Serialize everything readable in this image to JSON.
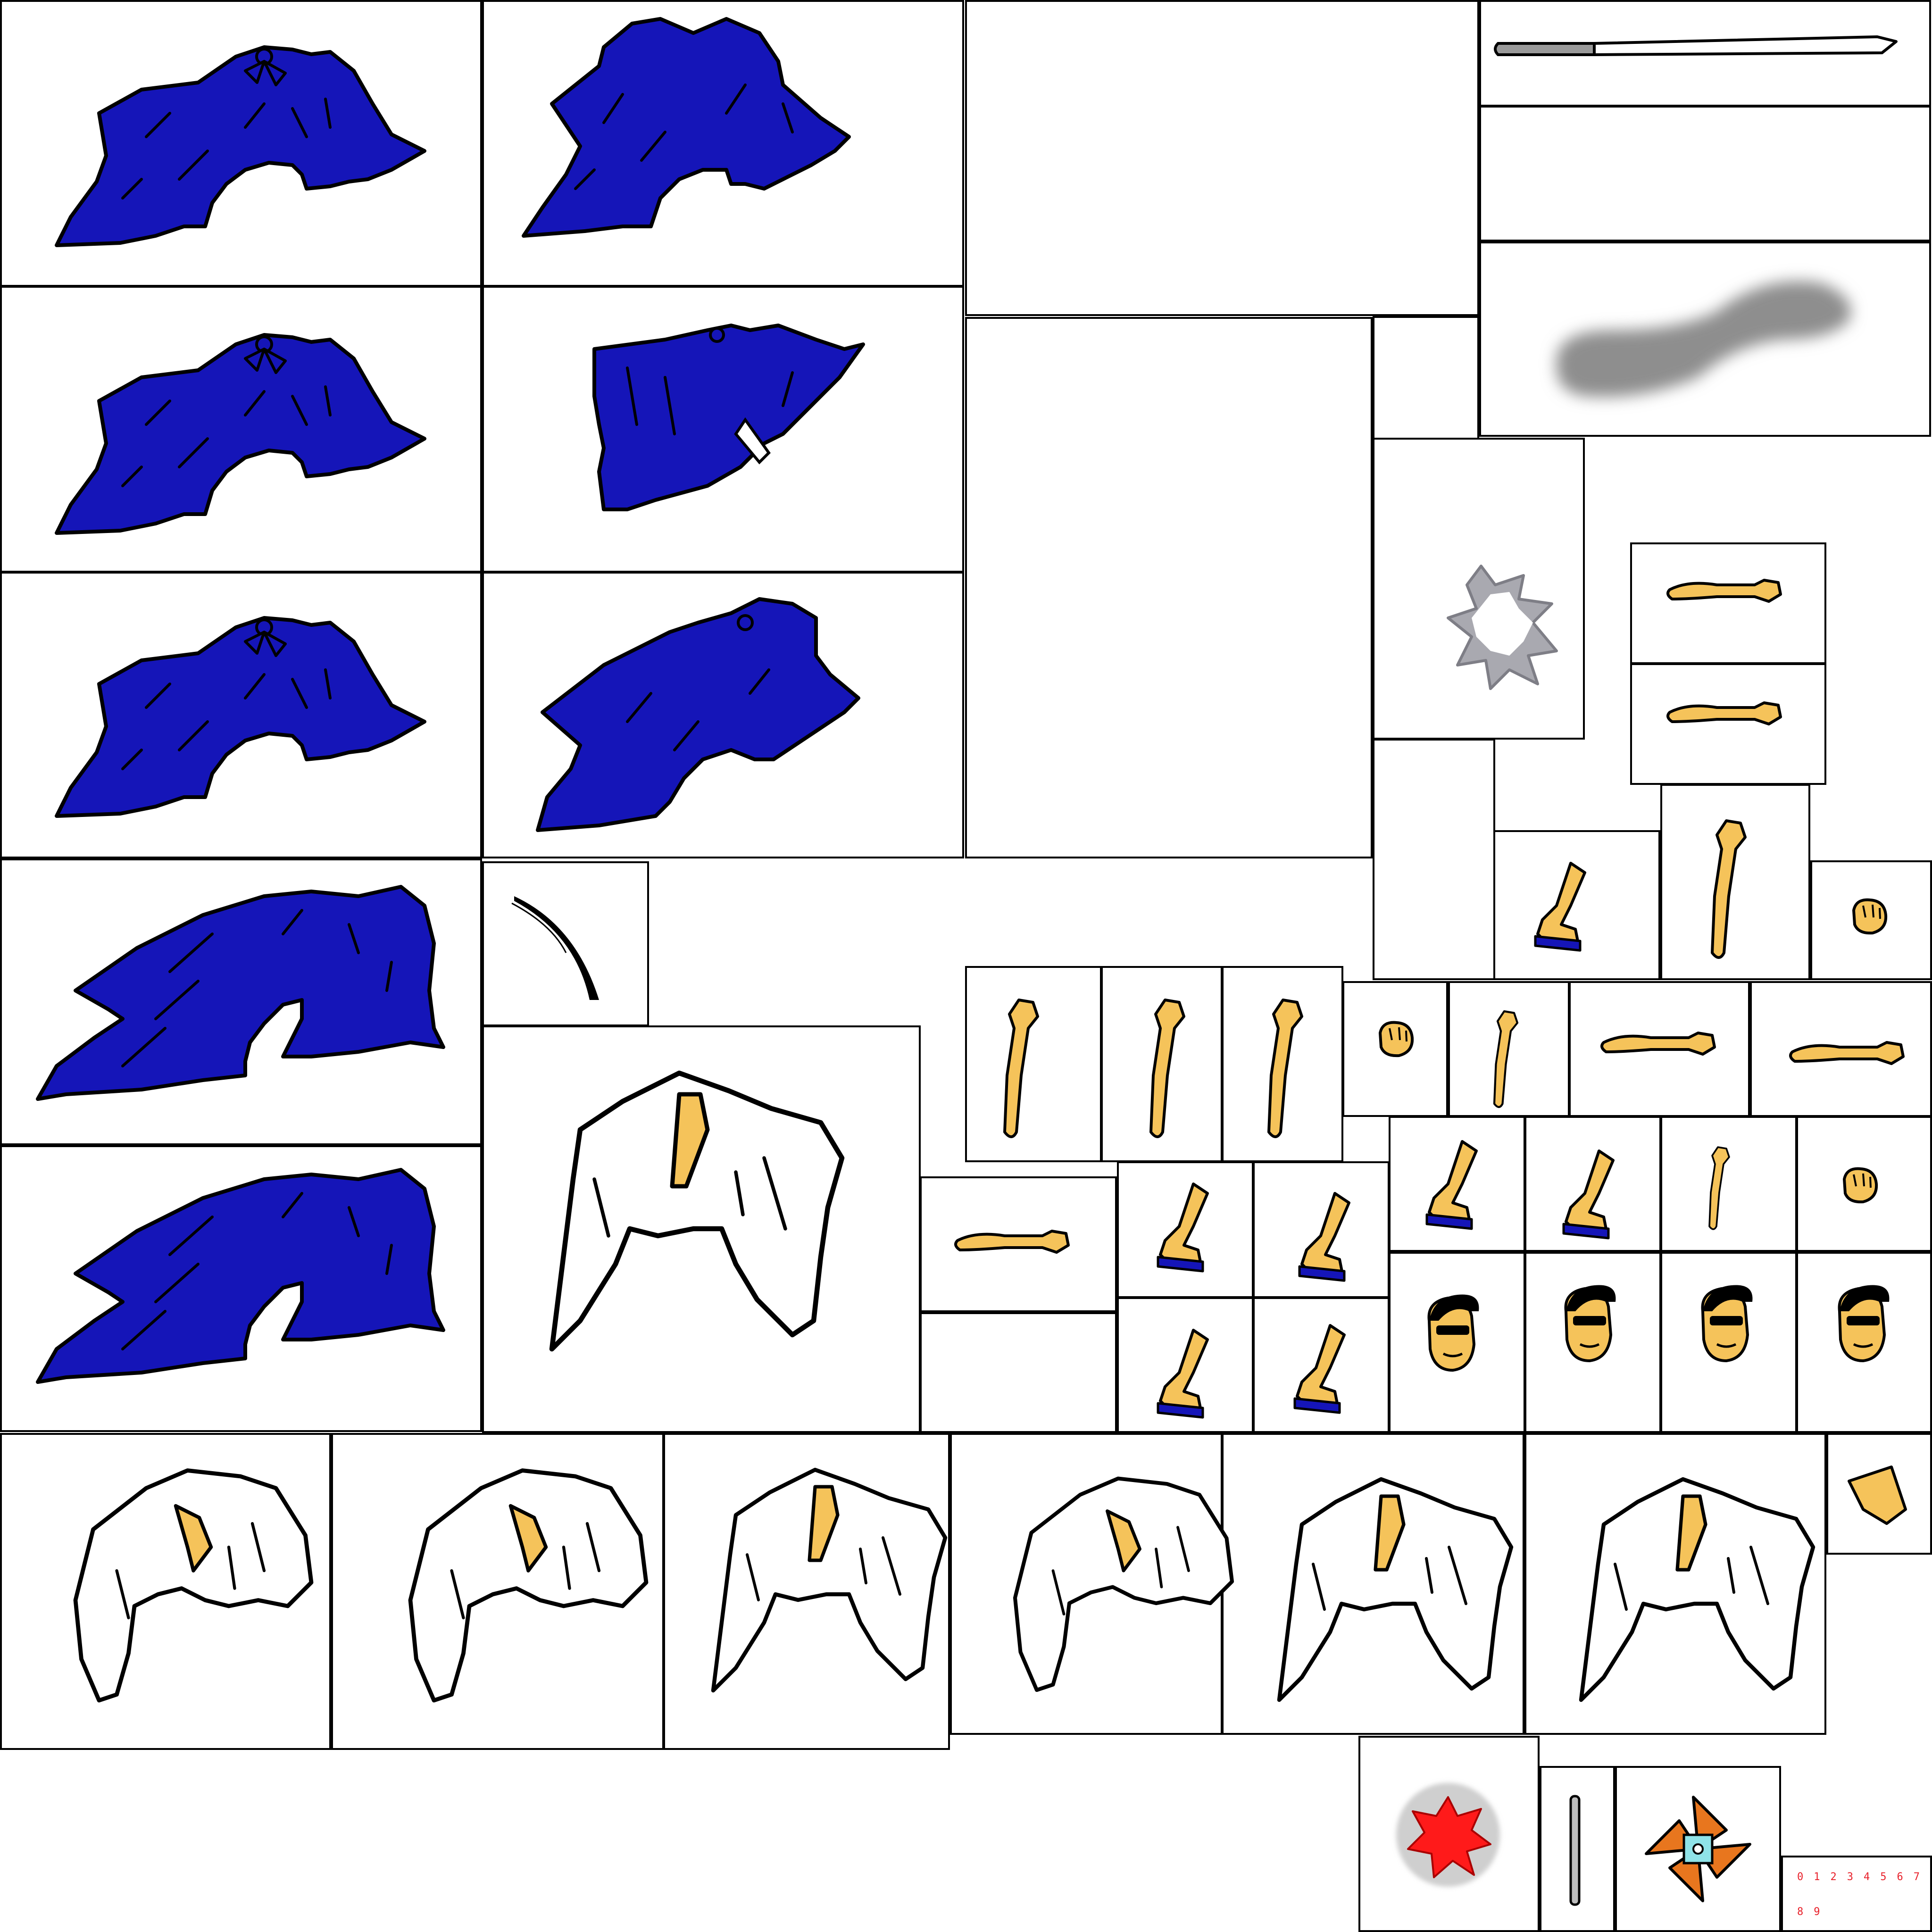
{
  "sheet": {
    "title": "",
    "background": "#ffffff",
    "frame_color": "#000000"
  },
  "palette": {
    "robe_blue": "#1515b8",
    "robe_white": "#ffffff",
    "skin": "#f5c35a",
    "shadow_gray": "#8e8e8e",
    "blade_gray": "#9a9a9a",
    "impact_red": "#ff1a1a",
    "pinwheel_orange": "#e8761e",
    "pinwheel_cyan": "#8fe3e8",
    "digit_red": "#e8202a"
  },
  "sprites": {
    "blue_robes": [
      "blue-robe-sprite",
      "blue-robe-sprite",
      "blue-robe-sprite",
      "blue-robe-sprite",
      "blue-robe-sprite",
      "blue-robe-sprite",
      "blue-robe-sprite",
      "blue-robe-sprite"
    ],
    "white_robes": [
      "white-robe-sprite",
      "white-robe-sprite",
      "white-robe-sprite",
      "white-robe-sprite",
      "white-robe-sprite",
      "white-robe-sprite",
      "white-robe-sprite"
    ],
    "limbs": [
      "arm-sprite",
      "leg-sprite",
      "fist-sprite",
      "open-hand-sprite"
    ],
    "heads": [
      "head-sprite",
      "head-sunglasses-sprite",
      "head-sunglasses-sprite",
      "head-sunglasses-sprite"
    ],
    "effects": [
      "katana-sprite",
      "shadow-sprite",
      "impact-gray-sprite",
      "impact-red-sprite",
      "slash-sprite",
      "pinwheel-sprite",
      "stick-sprite",
      "wedge-sprite"
    ]
  },
  "digits": {
    "row1": "01234567",
    "row2": "89"
  }
}
